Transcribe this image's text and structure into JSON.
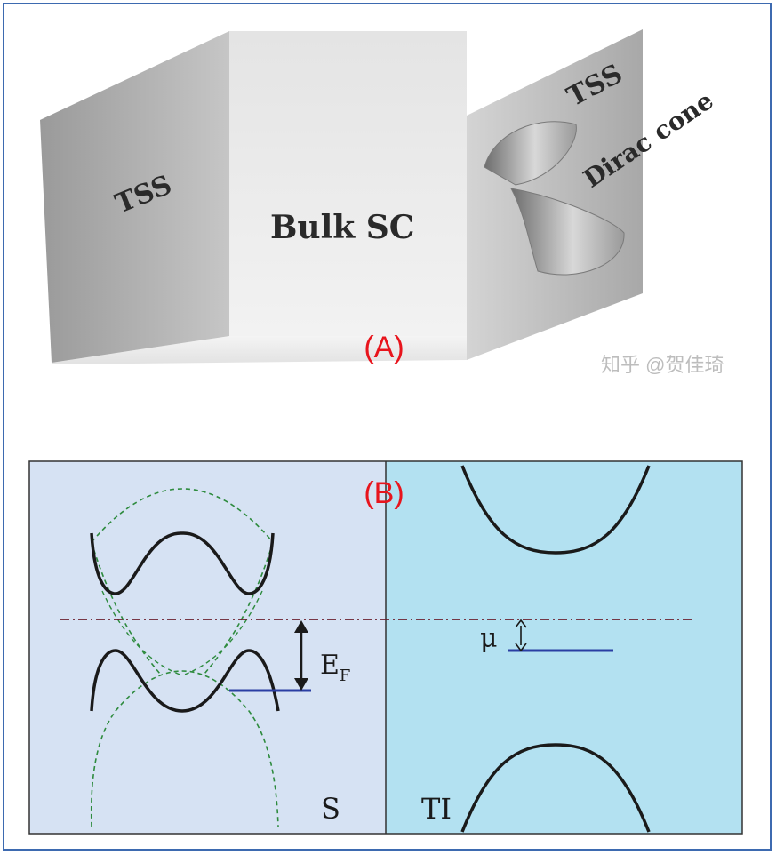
{
  "panel_a": {
    "label": "(A)",
    "tss_left": "TSS",
    "tss_right": "TSS",
    "bulk": "Bulk SC",
    "cone": "Dirac cone",
    "watermark": "知乎 @贺佳琦"
  },
  "panel_b": {
    "label": "(B)",
    "ef_main": "E",
    "ef_sub": "F",
    "mu": "μ",
    "s": "S",
    "ti": "TI"
  },
  "colors": {
    "label_red": "#e8141c",
    "s_region": "#d6e2f3",
    "ti_region": "#b3e1f1",
    "dirac_line": "#6b1f2e",
    "green_dashed": "#2e8b3e",
    "level_blue": "#2a3ea3",
    "frame_border": "#3d6ab0"
  }
}
